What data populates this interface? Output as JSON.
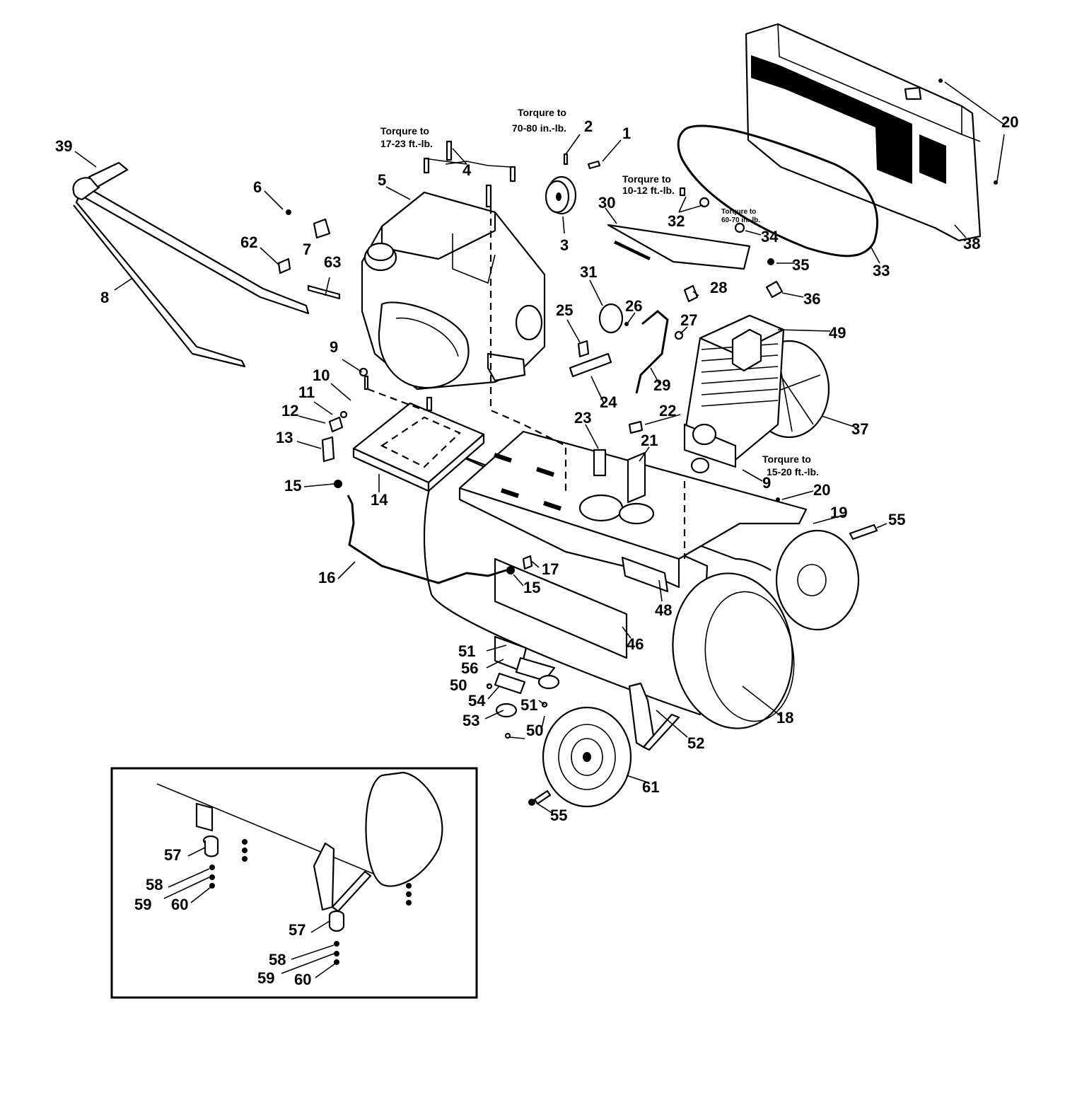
{
  "diagram": {
    "labels": {
      "n1": "1",
      "n2": "2",
      "n3": "3",
      "n4": "4",
      "n5": "5",
      "n6": "6",
      "n7": "7",
      "n8": "8",
      "n9a": "9",
      "n9b": "9",
      "n10": "10",
      "n11": "11",
      "n12": "12",
      "n13": "13",
      "n14": "14",
      "n15a": "15",
      "n15b": "15",
      "n16": "16",
      "n17": "17",
      "n18": "18",
      "n19": "19",
      "n20a": "20",
      "n20b": "20",
      "n21": "21",
      "n22": "22",
      "n23": "23",
      "n24": "24",
      "n25": "25",
      "n26": "26",
      "n27": "27",
      "n28": "28",
      "n29": "29",
      "n30": "30",
      "n31": "31",
      "n32": "32",
      "n33": "33",
      "n34": "34",
      "n35": "35",
      "n36": "36",
      "n37": "37",
      "n38": "38",
      "n39": "39",
      "n46": "46",
      "n48": "48",
      "n49": "49",
      "n50a": "50",
      "n50b": "50",
      "n51a": "51",
      "n51b": "51",
      "n52": "52",
      "n53": "53",
      "n54": "54",
      "n55a": "55",
      "n55b": "55",
      "n56": "56",
      "n57a": "57",
      "n57b": "57",
      "n58a": "58",
      "n58b": "58",
      "n59a": "59",
      "n59b": "59",
      "n60a": "60",
      "n60b": "60",
      "n61": "61",
      "n62": "62",
      "n63": "63"
    },
    "notes": {
      "torque_4_line1": "Torqure to",
      "torque_4_line2": "17-23 ft.-lb.",
      "torque_2_line1": "Torqure to",
      "torque_2_line2": "70-80 in.-lb.",
      "torque_32_line1": "Torqure to",
      "torque_32_line2": "10-12 ft.-lb.",
      "torque_34_line1": "Torqure to",
      "torque_34_line2": "60-70 in.-lb.",
      "torque_9_line1": "Torqure to",
      "torque_9_line2": "15-20 ft.-lb."
    }
  }
}
